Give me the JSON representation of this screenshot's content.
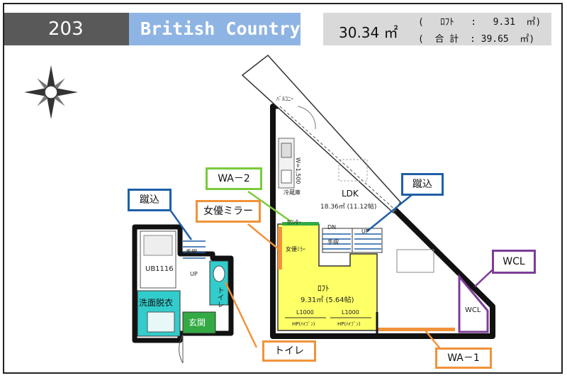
{
  "header": {
    "unit": "203",
    "style_name": "British Country",
    "area_main": "30.34 ㎡",
    "loft_line": "(   ﾛﾌﾄ   :   9.31  ㎡)",
    "total_line": "(  合 計  : 39.65  ㎡)"
  },
  "rooms": {
    "ldk": "LDK",
    "ldk_area": "18.36㎡ (11.12帖)",
    "loft": "ﾛﾌﾄ",
    "loft_area": "9.31㎡ (5.64帖)",
    "bath": "UB1116",
    "washroom": "洗面脱衣",
    "entrance": "玄関",
    "toilet": "トイレ",
    "wcl": "WCL",
    "balcony": "ﾊﾞﾙｺﾆｰ"
  },
  "floor_labels": {
    "handrail_left": "手摺",
    "handrail_right": "手摺",
    "up_left": "UP",
    "up_right": "UP",
    "down": "DN",
    "counter": "ｶｳﾝﾀｰ",
    "mirror_inline": "女優ﾐﾗｰ",
    "fridge": "冷蔵庫",
    "width_mark": "W=1,500",
    "hanger1": "L1000",
    "hanger1_sub": "HP(ﾊｲﾌﾞﾝ)",
    "hanger2": "L1000",
    "hanger2_sub": "HP(ﾊｲﾌﾞﾝ)"
  },
  "callouts": {
    "wa2": "WA－2",
    "kerikomi_right": "蹴込",
    "kerikomi_left": "蹴込",
    "mirror": "女優ミラー",
    "wcl": "WCL",
    "toilet": "トイレ",
    "wa1": "WA－1"
  },
  "colors": {
    "unit_bg": "#595959",
    "style_bg": "#8eb4e3",
    "area_bg": "#d9d9d9",
    "loft_fill": "#ffff66",
    "cyan_fill": "#33cccc",
    "green_fill": "#33aa44",
    "callout_blue": "#1f5fa8",
    "callout_green": "#7acb3c",
    "callout_orange": "#f0923a",
    "callout_purple": "#7d3c98"
  }
}
